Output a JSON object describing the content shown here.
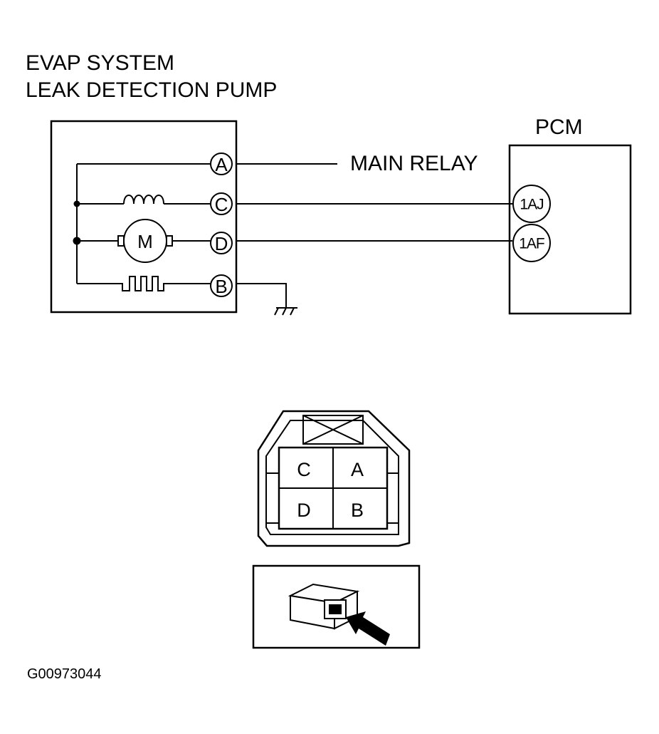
{
  "diagram": {
    "title_line1": "EVAP SYSTEM",
    "title_line2": "LEAK DETECTION PUMP",
    "pcm_label": "PCM",
    "main_relay_label": "MAIN RELAY",
    "pump_terminals": [
      "A",
      "C",
      "D",
      "B"
    ],
    "motor_label": "M",
    "pcm_terminals": [
      "1AJ",
      "1AF"
    ],
    "connector_cells": [
      "C",
      "A",
      "D",
      "B"
    ],
    "figure_code": "G00973044"
  }
}
